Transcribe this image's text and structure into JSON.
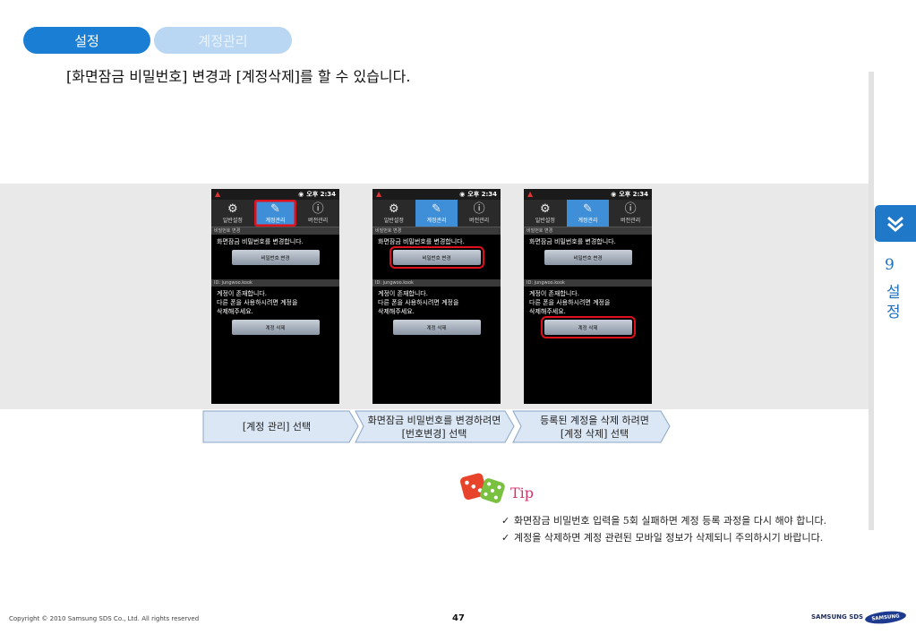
{
  "header": {
    "tab_active": "설정",
    "tab_inactive": "계정관리",
    "subtitle": "[화면잠금 비밀번호] 변경과 [계정삭제]를 할 수 있습니다."
  },
  "side": {
    "page_number": "9",
    "chapter_char1": "설",
    "chapter_char2": "정",
    "badge_color": "#1f78c8"
  },
  "phone": {
    "status_clock": "오후 2:34",
    "tabs": [
      "일반설정",
      "계정관리",
      "버전관리"
    ],
    "tab_icons": [
      "gear-icon",
      "wrench-icon",
      "info-icon"
    ],
    "section_password": "비밀번호 변경",
    "password_text": "화면잠금 비밀번호를 변경합니다.",
    "password_button": "비밀번호 변경",
    "section_account": "ID: jungwoo.kook",
    "account_text_1": "계정이 존재합니다.",
    "account_text_2": "다른 폰을 사용하시려면 계정을",
    "account_text_3": "삭제해주세요.",
    "delete_button": "계정 삭제"
  },
  "steps": [
    {
      "line1": "[계정 관리] 선택",
      "line2": ""
    },
    {
      "line1": "화면잠금 비밀번호를 변경하려면",
      "line2": "[번호변경] 선택"
    },
    {
      "line1": "등록된 계정을 삭제 하려면",
      "line2": "[계정 삭제] 선택"
    }
  ],
  "tip": {
    "title": "Tip",
    "items": [
      "화면잠금 비밀번호 입력을 5회 실패하면 계정 등록 과정을 다시 해야 합니다.",
      "계정을 삭제하면 계정 관련된 모바일 정보가 삭제되니 주의하시기 바랍니다."
    ]
  },
  "footer": {
    "copyright": "Copyright © 2010 Samsung SDS Co., Ltd. All rights reserved",
    "page": "47",
    "brand": "SAMSUNG SDS",
    "logo": "SAMSUNG"
  },
  "colors": {
    "accent": "#1a7fd4",
    "highlight": "#e0101a",
    "tip": "#d6336c"
  }
}
